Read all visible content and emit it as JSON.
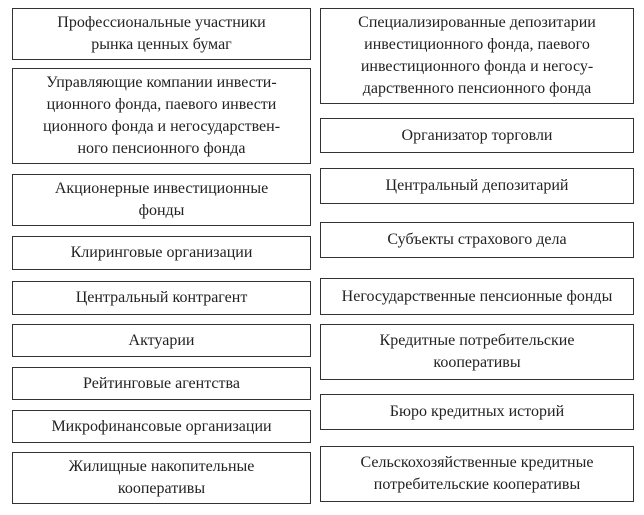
{
  "left_column": [
    "Профессиональные участники\nрынка ценных бумаг",
    "Управляющие компании инвести-\nционного фонда, паевого инвести\nционного фонда и негосударствен-\nного пенсионного фонда",
    "Акционерные инвестиционные\nфонды",
    "Клиринговые организации",
    "Центральный контрагент",
    "Актуарии",
    "Рейтинговые агентства",
    "Микрофинансовые организации",
    "Жилищные накопительные\nкооперативы"
  ],
  "right_column": [
    "Специализированные депозитарии\nинвестиционного фонда, паевого\nинвестиционного фонда и негосу-\nдарственного пенсионного фонда",
    "Организатор торговли",
    "Центральный депозитарий",
    "Субъекты страхового дела",
    "Негосударственные пенсионные фонды",
    "Кредитные потребительские\nкооперативы",
    "Бюро кредитных историй",
    "Сельскохозяйственные кредитные\nпотребительские кооперативы"
  ]
}
